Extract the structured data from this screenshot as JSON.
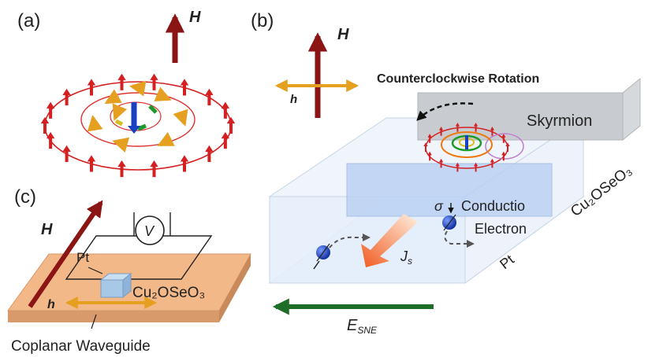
{
  "panels": {
    "a": {
      "label": "(a)",
      "field": "H"
    },
    "b": {
      "label": "(b)",
      "field": "H",
      "rf_field": "h",
      "rotation": "Counterclockwise Rotation",
      "skyrmion": "Skyrmion",
      "conduction": "Conductio",
      "electron": "Electron",
      "sigma": "σ",
      "current": "J",
      "current_sub": "s",
      "material": "Cu₂OSeO₃",
      "pt": "Pt",
      "esne": "E",
      "esne_sub": "SNE"
    },
    "c": {
      "label": "(c)",
      "field": "H",
      "rf_field": "h",
      "voltmeter": "V",
      "pt": "Pt",
      "material": "Cu₂OSeO₃",
      "waveguide": "Coplanar Waveguide"
    }
  },
  "colors": {
    "field_arrow": "#8b1414",
    "rf_arrow": "#e5a020",
    "spin_outer": "#d42020",
    "spin_mid": "#ef7a10",
    "spin_inner": "#1e9a2a",
    "core": "#1840c0",
    "esne_arrow": "#1e6e28",
    "current_arrow": "#f06a28",
    "waveguide": "#f2b888",
    "pt_layer": "#dde8f8",
    "skyrmion_box": "#c8ccd0"
  }
}
